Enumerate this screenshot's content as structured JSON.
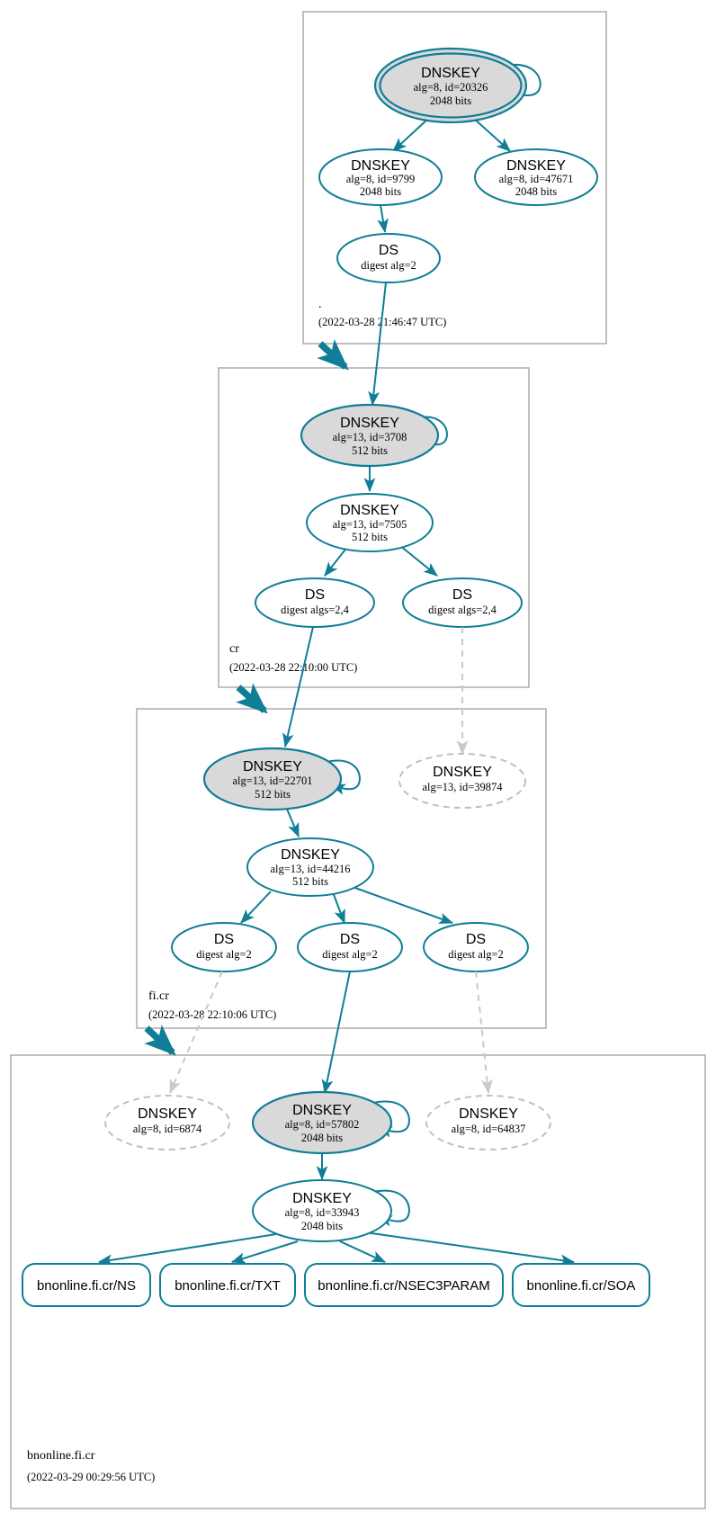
{
  "diagram": {
    "type": "dnssec-authentication-chain",
    "title": "DNSSEC authentication chain for bnonline.fi.cr",
    "colors": {
      "secure_accent": "#0f7e96",
      "secure_fill": "#d9d9d9",
      "insecure_stroke": "#c0c0c0",
      "zone_border": "#a6a6a6",
      "node_fill": "#ffffff"
    }
  },
  "zones": [
    {
      "id": "root",
      "label": ".",
      "timestamp": "(2022-03-28 21:46:47 UTC)",
      "nodes": [
        {
          "id": "root-ksk",
          "kind": "DNSKEY",
          "type": "DNSKEY",
          "detail": "alg=8, id=20326",
          "bits": "2048 bits",
          "style": "trust-anchor",
          "self_signed": true
        },
        {
          "id": "root-zsk-9799",
          "kind": "DNSKEY",
          "type": "DNSKEY",
          "detail": "alg=8, id=9799",
          "bits": "2048 bits",
          "style": "secure",
          "self_signed": false
        },
        {
          "id": "root-zsk-47671",
          "kind": "DNSKEY",
          "type": "DNSKEY",
          "detail": "alg=8, id=47671",
          "bits": "2048 bits",
          "style": "secure",
          "self_signed": false
        },
        {
          "id": "root-ds-cr",
          "kind": "DS",
          "type": "DS",
          "detail": "digest alg=2",
          "bits": "",
          "style": "secure",
          "self_signed": false
        }
      ]
    },
    {
      "id": "cr",
      "label": "cr",
      "timestamp": "(2022-03-28 22:10:00 UTC)",
      "nodes": [
        {
          "id": "cr-ksk-3708",
          "kind": "DNSKEY",
          "type": "DNSKEY",
          "detail": "alg=13, id=3708",
          "bits": "512 bits",
          "style": "secure-filled",
          "self_signed": true
        },
        {
          "id": "cr-zsk-7505",
          "kind": "DNSKEY",
          "type": "DNSKEY",
          "detail": "alg=13, id=7505",
          "bits": "512 bits",
          "style": "secure",
          "self_signed": false
        },
        {
          "id": "cr-ds-left",
          "kind": "DS",
          "type": "DS",
          "detail": "digest algs=2,4",
          "bits": "",
          "style": "secure",
          "self_signed": false
        },
        {
          "id": "cr-ds-right",
          "kind": "DS",
          "type": "DS",
          "detail": "digest algs=2,4",
          "bits": "",
          "style": "secure",
          "self_signed": false
        }
      ]
    },
    {
      "id": "ficr",
      "label": "fi.cr",
      "timestamp": "(2022-03-28 22:10:06 UTC)",
      "nodes": [
        {
          "id": "ficr-ksk-22701",
          "kind": "DNSKEY",
          "type": "DNSKEY",
          "detail": "alg=13, id=22701",
          "bits": "512 bits",
          "style": "secure-filled",
          "self_signed": true
        },
        {
          "id": "ficr-key-39874",
          "kind": "DNSKEY",
          "type": "DNSKEY",
          "detail": "alg=13, id=39874",
          "bits": "",
          "style": "insecure",
          "self_signed": false
        },
        {
          "id": "ficr-zsk-44216",
          "kind": "DNSKEY",
          "type": "DNSKEY",
          "detail": "alg=13, id=44216",
          "bits": "512 bits",
          "style": "secure",
          "self_signed": false
        },
        {
          "id": "ficr-ds-1",
          "kind": "DS",
          "type": "DS",
          "detail": "digest alg=2",
          "bits": "",
          "style": "secure",
          "self_signed": false
        },
        {
          "id": "ficr-ds-2",
          "kind": "DS",
          "type": "DS",
          "detail": "digest alg=2",
          "bits": "",
          "style": "secure",
          "self_signed": false
        },
        {
          "id": "ficr-ds-3",
          "kind": "DS",
          "type": "DS",
          "detail": "digest alg=2",
          "bits": "",
          "style": "secure",
          "self_signed": false
        }
      ]
    },
    {
      "id": "bnonline",
      "label": "bnonline.fi.cr",
      "timestamp": "(2022-03-29 00:29:56 UTC)",
      "nodes": [
        {
          "id": "bn-key-6874",
          "kind": "DNSKEY",
          "type": "DNSKEY",
          "detail": "alg=8, id=6874",
          "bits": "",
          "style": "insecure",
          "self_signed": false
        },
        {
          "id": "bn-ksk-57802",
          "kind": "DNSKEY",
          "type": "DNSKEY",
          "detail": "alg=8, id=57802",
          "bits": "2048 bits",
          "style": "secure-filled",
          "self_signed": true
        },
        {
          "id": "bn-key-64837",
          "kind": "DNSKEY",
          "type": "DNSKEY",
          "detail": "alg=8, id=64837",
          "bits": "",
          "style": "insecure",
          "self_signed": false
        },
        {
          "id": "bn-zsk-33943",
          "kind": "DNSKEY",
          "type": "DNSKEY",
          "detail": "alg=8, id=33943",
          "bits": "2048 bits",
          "style": "secure",
          "self_signed": true
        }
      ],
      "rrsets": [
        {
          "id": "rr-ns",
          "label": "bnonline.fi.cr/NS"
        },
        {
          "id": "rr-txt",
          "label": "bnonline.fi.cr/TXT"
        },
        {
          "id": "rr-nsec3param",
          "label": "bnonline.fi.cr/NSEC3PARAM"
        },
        {
          "id": "rr-soa",
          "label": "bnonline.fi.cr/SOA"
        }
      ]
    }
  ]
}
